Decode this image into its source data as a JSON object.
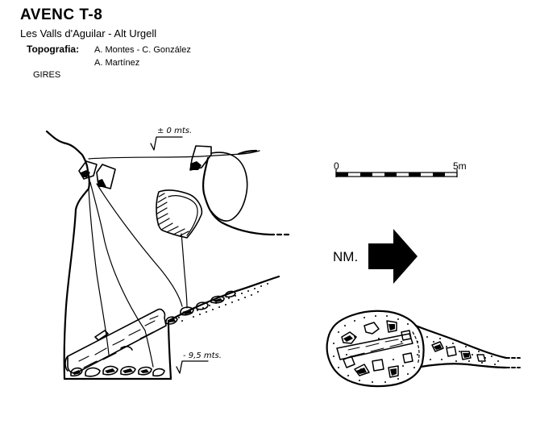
{
  "header": {
    "title": "AVENC   T-8",
    "location": "Les   Valls d'Aguilar - Alt Urgell",
    "topography_label": "Topografia:",
    "topographers_line1": "A. Montes - C. González",
    "topographers_line2": "A. Martínez",
    "group": "GIRES"
  },
  "scale_bar": {
    "start_label": "0",
    "end_label": "5m"
  },
  "north_arrow": {
    "label": "NM."
  },
  "section": {
    "top_depth_label": "± 0 mts.",
    "bottom_depth_label": "- 9,5 mts."
  }
}
